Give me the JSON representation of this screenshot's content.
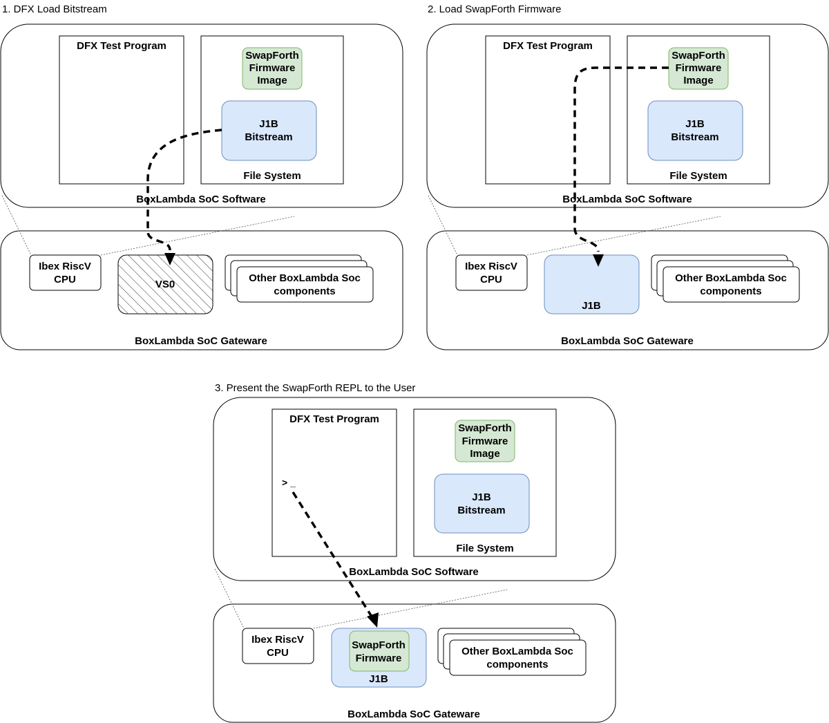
{
  "panels": [
    {
      "title": "1. DFX Load Bitstream",
      "software_label": "BoxLambda SoC Software",
      "gateware_label": "BoxLambda SoC Gateware",
      "test_program_label": "DFX Test Program",
      "filesystem_label": "File System",
      "swapforth_image": [
        "SwapForth",
        "Firmware",
        "Image"
      ],
      "j1b_bitstream": [
        "J1B",
        "Bitstream"
      ],
      "cpu": [
        "Ibex RiscV",
        "CPU"
      ],
      "slot_label": "VS0",
      "slot_state": "empty-hatched",
      "components": [
        "Other BoxLambda Soc",
        "components"
      ]
    },
    {
      "title": "2. Load SwapForth Firmware",
      "software_label": "BoxLambda SoC Software",
      "gateware_label": "BoxLambda SoC Gateware",
      "test_program_label": "DFX Test Program",
      "filesystem_label": "File System",
      "swapforth_image": [
        "SwapForth",
        "Firmware",
        "Image"
      ],
      "j1b_bitstream": [
        "J1B",
        "Bitstream"
      ],
      "cpu": [
        "Ibex RiscV",
        "CPU"
      ],
      "slot_label": "J1B",
      "slot_state": "loaded",
      "components": [
        "Other BoxLambda Soc",
        "components"
      ]
    },
    {
      "title": "3. Present the SwapForth REPL to the User",
      "software_label": "BoxLambda SoC Software",
      "gateware_label": "BoxLambda SoC Gateware",
      "test_program_label": "DFX Test Program",
      "filesystem_label": "File System",
      "swapforth_image": [
        "SwapForth",
        "Firmware",
        "Image"
      ],
      "j1b_bitstream": [
        "J1B",
        "Bitstream"
      ],
      "cpu": [
        "Ibex RiscV",
        "CPU"
      ],
      "slot_label": "J1B",
      "slot_firmware": [
        "SwapForth",
        "Firmware"
      ],
      "slot_state": "running",
      "prompt": "> _",
      "components": [
        "Other BoxLambda Soc",
        "components"
      ]
    }
  ],
  "colors": {
    "green_fill": "#d5e8d4",
    "green_stroke": "#82b366",
    "blue_fill": "#dae8fc",
    "blue_stroke": "#6c8ebf",
    "stroke": "#000000",
    "guide": "#555555"
  }
}
